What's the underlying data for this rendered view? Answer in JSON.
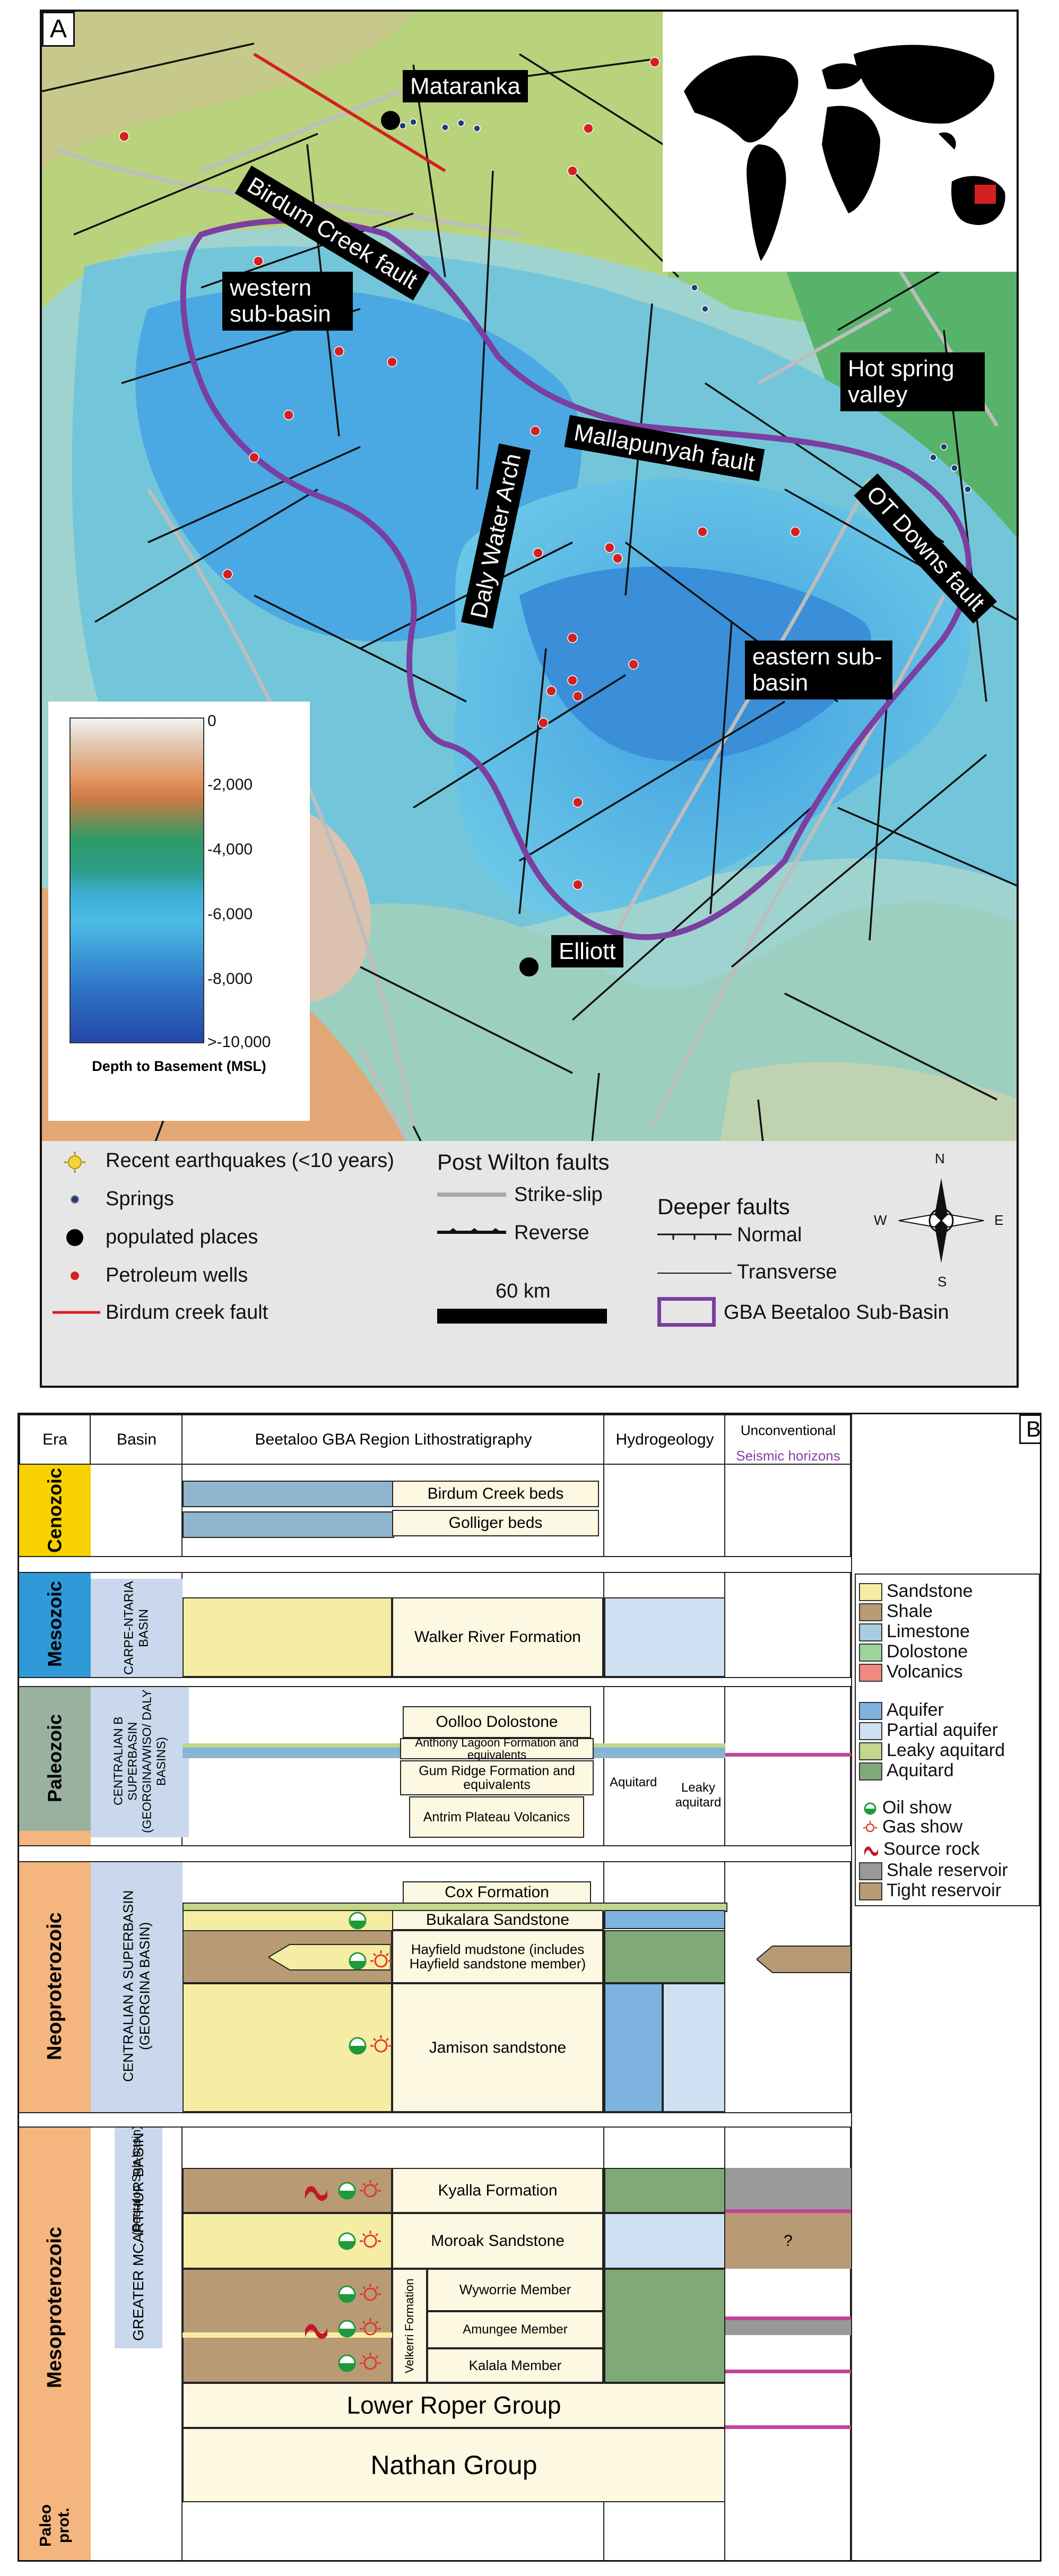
{
  "panel_a": {
    "letter": "A",
    "places": {
      "mataranka": "Mataranka",
      "elliott": "Elliott"
    },
    "labels": {
      "birdum_creek_fault": "Birdum Creek fault",
      "western_sub_basin": "western sub-basin",
      "daly_water_arch": "Daly Water Arch",
      "mallapunyah_fault": "Mallapunyah fault",
      "hot_spring_valley": "Hot spring valley",
      "ot_downs_fault": "OT Downs fault",
      "eastern_sub_basin": "eastern sub-basin"
    },
    "colorbar": {
      "title": "Depth to Basement (MSL)",
      "ticks": [
        "0",
        "-2,000",
        "-4,000",
        "-6,000",
        "-8,000",
        ">-10,000"
      ]
    },
    "key": {
      "earthquakes": "Recent earthquakes (<10 years)",
      "springs": "Springs",
      "populated": "populated places",
      "wells": "Petroleum wells",
      "birdum": "Birdum creek fault",
      "post_wilton": "Post Wilton faults",
      "strike_slip": "Strike-slip",
      "reverse": "Reverse",
      "scale": "60 km",
      "deeper": "Deeper faults",
      "normal": "Normal",
      "transverse": "Transverse",
      "gba": "GBA Beetaloo Sub-Basin",
      "compass": {
        "n": "N",
        "s": "S",
        "e": "E",
        "w": "W"
      }
    },
    "colors": {
      "gba_outline": "#7a3fa0",
      "birdum": "#d42020",
      "well": "#d42020"
    }
  },
  "panel_b": {
    "letter": "B",
    "headers": {
      "era": "Era",
      "basin": "Basin",
      "litho": "Beetaloo GBA Region Lithostratigraphy",
      "hydro": "Hydrogeology",
      "unconv": "Unconventional",
      "seismic": "Seismic horizons"
    },
    "eras": {
      "cenozoic": "Cenozoic",
      "mesozoic": "Mesozoic",
      "paleozoic": "Paleozoic",
      "neoproterozoic": "Neoproterozoic",
      "mesoproterozoic": "Mesoproterozoic",
      "paleo": "Paleo prot."
    },
    "basins": {
      "carpentaria": "CARPE-NTARIA BASIN",
      "centralian_b": "CENTRALIAN B SUPERBASIN (GEORGINA/WISO/ DALY BASINS)",
      "centralian_a": "CENTRALIAN A SUPERBASIN (GEORGINA BASIN)",
      "mcarthur": "GREATER MCARTHUR BASIN",
      "mcarthur_sub": "(Beetaloo Sub-basin)"
    },
    "units": {
      "birdum": "Birdum Creek beds",
      "golliger": "Golliger beds",
      "walker": "Walker River Formation",
      "oolloo": "Oolloo Dolostone",
      "anthony": "Anthony Lagoon Formation and equivalents",
      "gum": "Gum Ridge Formation and equivalents",
      "antrim": "Antrim Plateau Volcanics",
      "cox": "Cox Formation",
      "bukalara": "Bukalara Sandstone",
      "hayfield": "Hayfield mudstone (includes Hayfield sandstone member)",
      "jamison": "Jamison sandstone",
      "kyalla": "Kyalla Formation",
      "moroak": "Moroak Sandstone",
      "velkerri": "Velkerri Formation",
      "wyworrie": "Wyworrie Member",
      "amungee": "Amungee Member",
      "kalala": "Kalala Member",
      "lower_roper": "Lower Roper Group",
      "nathan": "Nathan Group"
    },
    "hydro_labels": {
      "aquitard": "Aquitard",
      "leaky": "Leaky aquitard"
    },
    "question": "?",
    "legend": [
      {
        "label": "Sandstone",
        "color": "#f6eda4"
      },
      {
        "label": "Shale",
        "color": "#b89a74"
      },
      {
        "label": "Limestone",
        "color": "#a9cde0"
      },
      {
        "label": "Dolostone",
        "color": "#9ed39b"
      },
      {
        "label": "Volcanics",
        "color": "#ee8a82"
      },
      {
        "label": "Aquifer",
        "color": "#7fb3df"
      },
      {
        "label": "Partial aquifer",
        "color": "#cfe0f2"
      },
      {
        "label": "Leaky aquitard",
        "color": "#c2d68c"
      },
      {
        "label": "Aquitard",
        "color": "#7faa78"
      },
      {
        "label": "Oil show",
        "color": "#1f9a3a"
      },
      {
        "label": "Gas show",
        "color": "#e0362b"
      },
      {
        "label": "Source rock",
        "color": "#c0182a"
      },
      {
        "label": "Shale reservoir",
        "color": "#999999"
      },
      {
        "label": "Tight reservoir",
        "color": "#b89a74"
      }
    ]
  }
}
